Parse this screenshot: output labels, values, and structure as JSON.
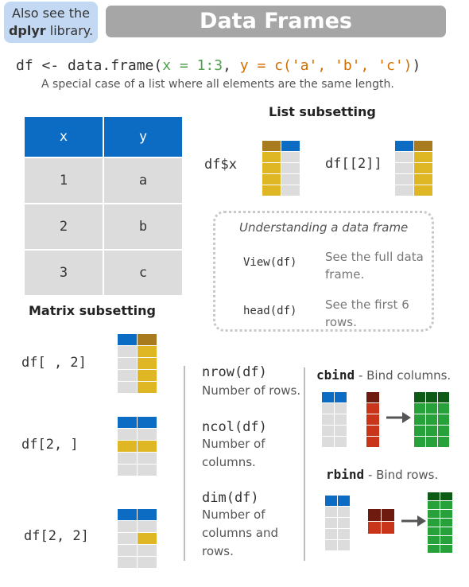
{
  "note": {
    "line1": "Also see the",
    "pkg": "dplyr",
    "rest": " library."
  },
  "title": "Data Frames",
  "code": {
    "prefix": "df <- data.frame(",
    "x_arg": "x = 1:3",
    "sep": ", ",
    "y_arg": "y = c('a', 'b', 'c')",
    "suffix": ")",
    "desc": "A special case of a list where all elements are the same length."
  },
  "table": {
    "headers": [
      "x",
      "y"
    ],
    "rows": [
      [
        "1",
        "a"
      ],
      [
        "2",
        "b"
      ],
      [
        "3",
        "c"
      ]
    ]
  },
  "list_subsetting": {
    "heading": "List subsetting",
    "dollar": "df$x",
    "double_bracket": "df[[2]]"
  },
  "understanding": {
    "title": "Understanding a data frame",
    "view_code": "View(df)",
    "view_desc1": "See the full data",
    "view_desc2": "frame.",
    "head_code": "head(df)",
    "head_desc1": "See the first 6",
    "head_desc2": "rows."
  },
  "matrix_subsetting": {
    "heading": "Matrix subsetting",
    "col": "df[ , 2]",
    "row": "df[2, ]",
    "cell": "df[2, 2]"
  },
  "functions": {
    "nrow": "nrow(df)",
    "nrow_desc": "Number of rows.",
    "ncol": "ncol(df)",
    "ncol_desc1": "Number of",
    "ncol_desc2": "columns.",
    "dim": "dim(df)",
    "dim_desc1": "Number of",
    "dim_desc2": "columns and",
    "dim_desc3": "rows."
  },
  "bind": {
    "cbind": "cbind",
    "cbind_desc": " - Bind columns.",
    "rbind": "rbind",
    "rbind_desc": " - Bind rows."
  },
  "colors": {
    "blue": "#0c6bc3",
    "gold": "#dfb725",
    "darkgold": "#a87b1f",
    "gray": "#dcdcdc",
    "red": "#c9351a",
    "darkred": "#6e1a0f",
    "green": "#27a13a",
    "darkgreen": "#0d5a17"
  }
}
